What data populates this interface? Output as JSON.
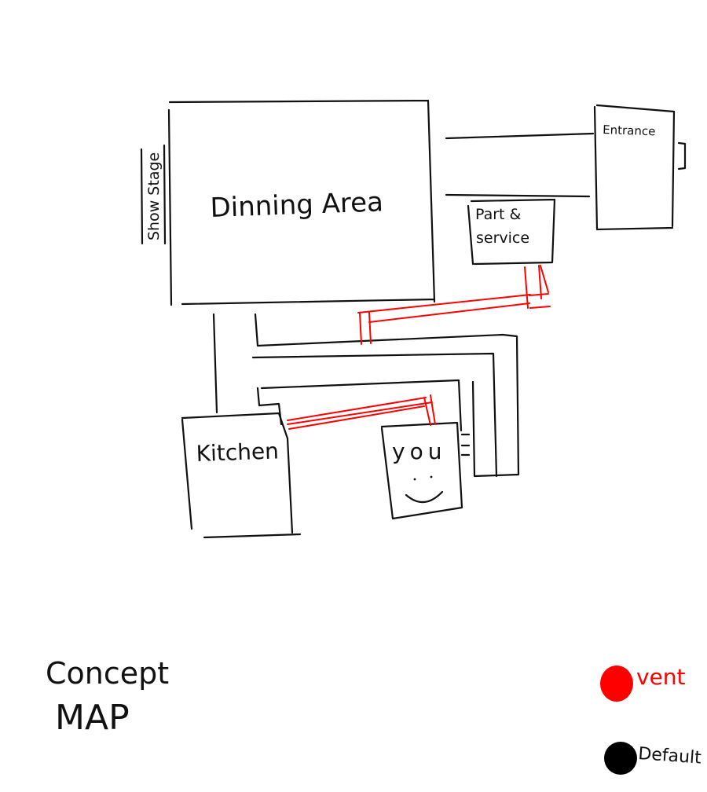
{
  "rooms": {
    "dining_label": "Dinning Area",
    "stage_label": "Show Stage",
    "entrance_label": "Entrance",
    "service_label_line1": "Part &",
    "service_label_line2": "service",
    "kitchen_label": "Kitchen",
    "player_label": "you"
  },
  "caption": {
    "line1": "Concept",
    "line2": "MAP"
  },
  "legend": {
    "vent_label": "vent",
    "vent_color": "#ff0000",
    "default_label": "Default",
    "default_color": "#000000"
  },
  "colors": {
    "ink": "#111111",
    "vent": "#ff0000",
    "background": "#ffffff"
  }
}
